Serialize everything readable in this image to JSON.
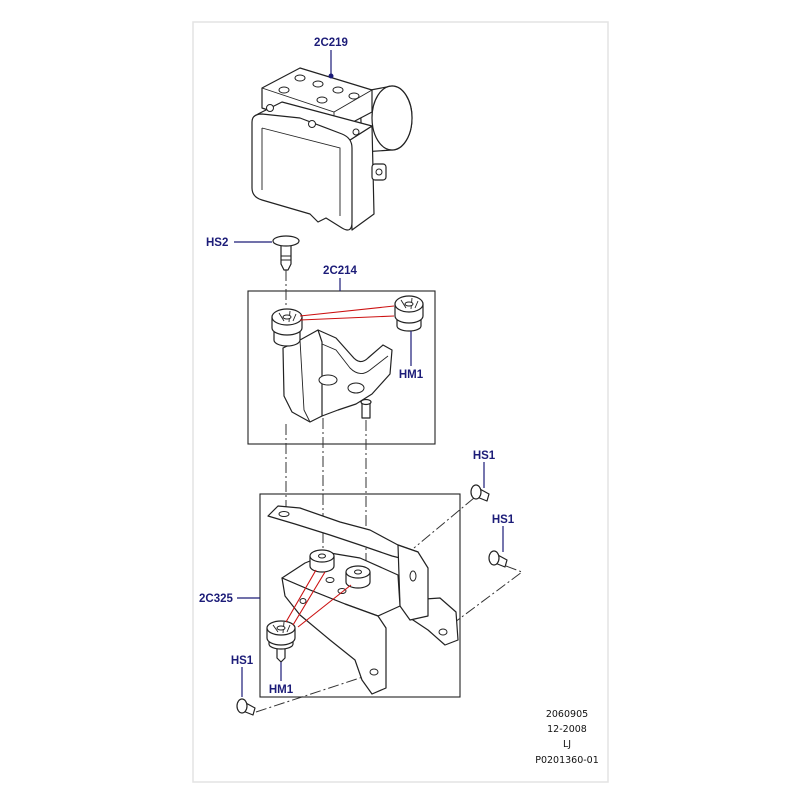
{
  "callouts": {
    "abs_module": "2C219",
    "bolt_hs2": "HS2",
    "upper_bracket": "2C214",
    "mount_hm1_upper": "HM1",
    "bolt_hs1_top": "HS1",
    "bolt_hs1_middle": "HS1",
    "lower_bracket": "2C325",
    "bolt_hs1_bottom": "HS1",
    "mount_hm1_lower": "HM1"
  },
  "footer": {
    "line1": "2060905",
    "line2": "12-2008",
    "line3": "LJ",
    "line4": "P0201360-01"
  },
  "colors": {
    "label": "#1c1c78",
    "highlight": "#cc1111",
    "outline": "#222222"
  }
}
